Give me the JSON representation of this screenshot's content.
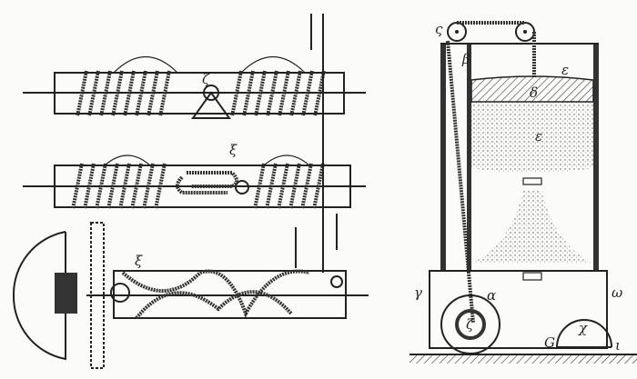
{
  "left_figure": {
    "labels": {
      "top_center": "ζ",
      "middle": "ξ",
      "bottom": "ξ"
    }
  },
  "right_figure": {
    "labels": {
      "pulley": "ς",
      "tube": "β",
      "top_space": "ε",
      "weight": "δ",
      "sand": "ε",
      "left_wall": "γ",
      "rope_end": "α",
      "right_wall": "ω",
      "axle": "ζ",
      "small_wheel": "χ",
      "gear": "G",
      "right_marker": "ι"
    }
  }
}
